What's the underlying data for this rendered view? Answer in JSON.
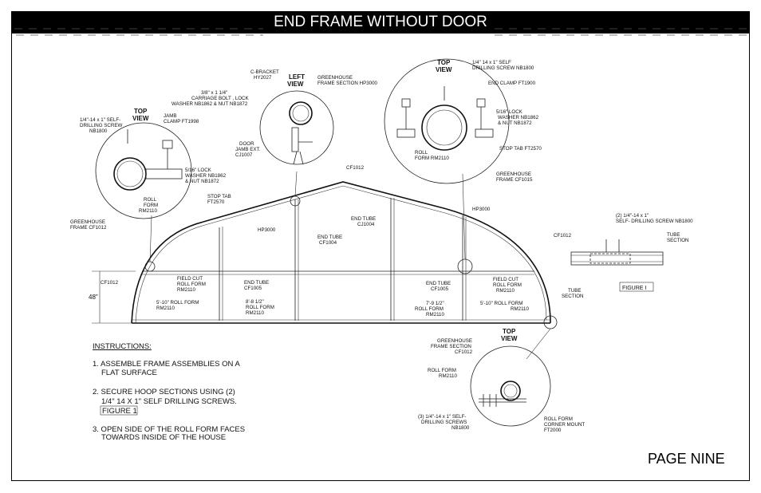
{
  "title": "END FRAME WITHOUT DOOR",
  "page_label": "PAGE NINE",
  "dimension": "48\"",
  "detail_top_view_left": {
    "heading1": "TOP",
    "heading2": "VIEW",
    "screw": [
      "1/4\"-14 x 1\" SELF-",
      "DRILLING SCREW",
      "NB1800"
    ],
    "clamp": [
      "JAMB",
      "CLAMP FT1998"
    ],
    "lock": [
      "5/16\" LOCK",
      "WASHER NB1862",
      "& NUT NB1872"
    ],
    "roll": [
      "ROLL",
      "FORM",
      "RM2110"
    ],
    "stop": [
      "STOP TAB",
      "FT2570"
    ],
    "frame": [
      "GREENHOUSE",
      "FRAME CF1012"
    ]
  },
  "detail_left_view": {
    "heading1": "LEFT",
    "heading2": "VIEW",
    "bracket": [
      "C-BRACKET",
      "HY2027"
    ],
    "bolt": [
      "3/8\" x 1 1/4\"",
      "CARRIAGE BOLT , LOCK",
      "WASHER NB1862 & NUT NB1872"
    ],
    "section": [
      "GREENHOUSE",
      "FRAME SECTION HP3000"
    ],
    "door": [
      "DOOR",
      "JAMB EXT.",
      "CJ1007"
    ]
  },
  "detail_top_view_right": {
    "heading1": "TOP",
    "heading2": "VIEW",
    "screw": [
      "1/4\" 14 x 1\" SELF",
      "DRILLING SCREW NB1800"
    ],
    "clamp": "END CLAMP FT1900",
    "lock": [
      "5/16\" LOCK",
      "WASHER NB1862",
      "& NUT NB1872"
    ],
    "stop": "STOP TAB FT2570",
    "roll": [
      "ROLL",
      "FORM RM2110"
    ],
    "frame": [
      "GREENHOUSE",
      "FRAME CF1015"
    ]
  },
  "frame_labels": {
    "cf1012_peak": "CF1012",
    "hp3000_right": "HP3000",
    "hp3000_left": "HP3000",
    "cf1012_right": "CF1012",
    "cf1012_left": "CF1012",
    "end_tube_upper": [
      "END TUBE",
      "CJ1004"
    ],
    "end_tube_mid": [
      "END TUBE",
      "CF1004"
    ],
    "field_cut_left": [
      "FIELD CUT",
      "ROLL FORM",
      "RM2110"
    ],
    "end_tube_low": [
      "END TUBE",
      "CF1005"
    ],
    "end_tube_right": [
      "END TUBE",
      "CF1005"
    ],
    "field_cut_right": [
      "FIELD CUT",
      "ROLL FORM",
      "RM2110"
    ],
    "roll_510_left": [
      "5'-10\" ROLL FORM",
      "RM2110"
    ],
    "roll_86": [
      "8'-8 1/2\"",
      "ROLL FORM",
      "RM2110"
    ],
    "roll_76": [
      "7'-9 1/2\"",
      "ROLL FORM",
      "RM2110"
    ],
    "roll_510_right": [
      "5'-10\" ROLL FORM",
      "RM2110"
    ]
  },
  "figure1": {
    "screw": [
      "(2) 1/4\"-14 x 1\"",
      "SELF- DRILLING SCREW NB1800"
    ],
    "tube_top": [
      "TUBE",
      "SECTION"
    ],
    "tube_bottom": [
      "TUBE",
      "SECTION"
    ],
    "label": "FIGURE I"
  },
  "detail_bottom": {
    "heading1": "TOP",
    "heading2": "VIEW",
    "section": [
      "GREENHOUSE",
      "FRAME SECTION",
      "CF1012"
    ],
    "roll": [
      "ROLL FORM",
      "RM2110"
    ],
    "screws": [
      "(3) 1/4\"-14 x 1\" SELF-",
      "DRILLING SCREWS",
      "NB1800"
    ],
    "mount": [
      "ROLL FORM",
      "CORNER MOUNT",
      "FT2000"
    ]
  },
  "instructions": {
    "heading": "INSTRUCTIONS:",
    "step1a": "1. ASSEMBLE FRAME ASSEMBLIES ON A",
    "step1b": "FLAT SURFACE",
    "step2a": "2. SECURE HOOP SECTIONS USING (2)",
    "step2b": "1/4\" 14 X 1\" SELF DRILLING SCREWS.",
    "step2c": "FIGURE 1",
    "step3a": "3. OPEN SIDE OF THE ROLL FORM FACES",
    "step3b": "TOWARDS INSIDE OF THE HOUSE"
  }
}
